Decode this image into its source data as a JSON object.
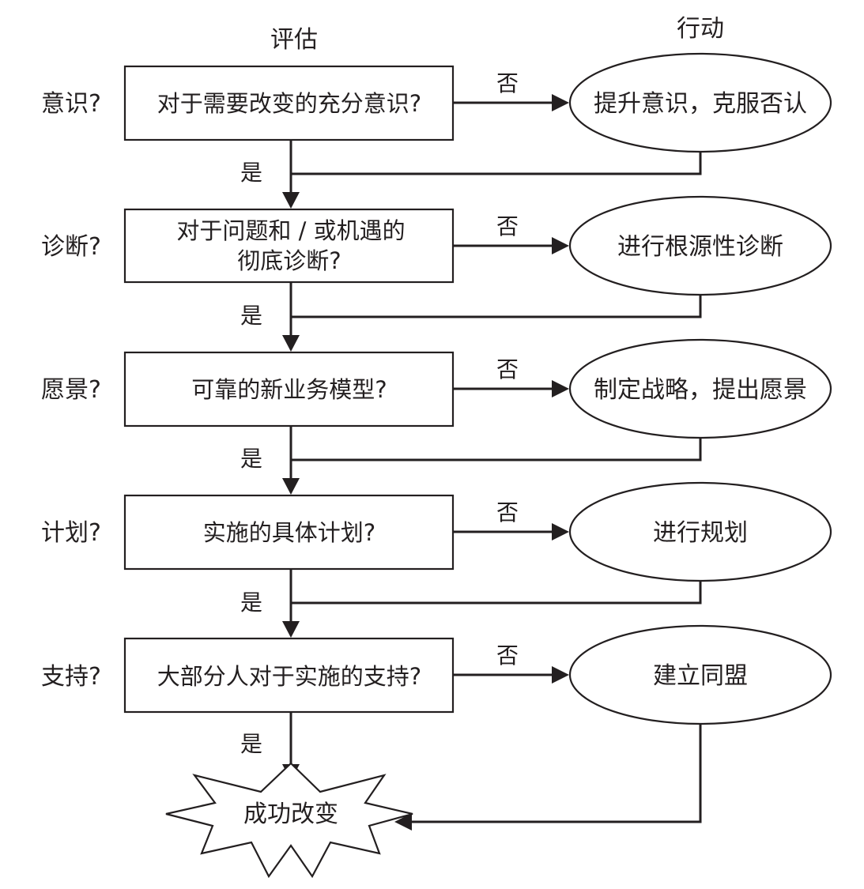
{
  "headers": {
    "assess": "评估",
    "action": "行动"
  },
  "steps": [
    {
      "label": "意识?",
      "question": [
        "对于需要改变的充分意识?"
      ],
      "no": "否",
      "yes": "是",
      "action": "提升意识，克服否认"
    },
    {
      "label": "诊断?",
      "question": [
        "对于问题和 / 或机遇的",
        "彻底诊断?"
      ],
      "no": "否",
      "yes": "是",
      "action": "进行根源性诊断"
    },
    {
      "label": "愿景?",
      "question": [
        "可靠的新业务模型?"
      ],
      "no": "否",
      "yes": "是",
      "action": "制定战略，提出愿景"
    },
    {
      "label": "计划?",
      "question": [
        "实施的具体计划?"
      ],
      "no": "否",
      "yes": "是",
      "action": "进行规划"
    },
    {
      "label": "支持?",
      "question": [
        "大部分人对于实施的支持?"
      ],
      "no": "否",
      "yes": "是",
      "action": "建立同盟"
    }
  ],
  "result": "成功改变"
}
